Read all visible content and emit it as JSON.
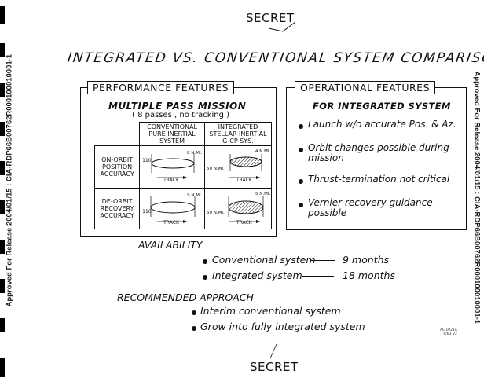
{
  "header": {
    "classification": "SECRET"
  },
  "footer": {
    "classification": "SECRET"
  },
  "margin": {
    "left": "Approved For Release 2004/01/15 : CIA-RDP66B00762R000100010001-1",
    "right": "Approved For Release 2004/01/15 : CIA-RDP66B00762R000100010001-1"
  },
  "title": "INTEGRATED VS. CONVENTIONAL SYSTEM COMPARISON",
  "performance": {
    "heading": "PERFORMANCE FEATURES",
    "subheading": "MULTIPLE PASS MISSION",
    "note": "( 8 passes , no tracking )",
    "col_conventional": "CONVENTIONAL PURE INERTIAL SYSTEM",
    "col_integrated": "INTEGRATED STELLAR INERTIAL G-CP SYS.",
    "rows": [
      {
        "label": "ON-ORBIT POSITION ACCURACY",
        "conv_value": "110",
        "conv_dist": "8 N.MI.",
        "conv_track": "TRACK",
        "int_value": "50 N.MI.",
        "int_dist": "4 N.MI.",
        "int_track": "TRACK"
      },
      {
        "label": "DE-ORBIT RECOVERY ACCURACY",
        "conv_value": "110",
        "conv_dist": "9 N.MI.",
        "conv_track": "TRACK",
        "int_value": "50 N.MI.",
        "int_dist": "5 N.MI.",
        "int_track": "TRACK"
      }
    ]
  },
  "operational": {
    "heading": "OPERATIONAL FEATURES",
    "subheading": "FOR INTEGRATED SYSTEM",
    "items": [
      "Launch w/o accurate Pos. & Az.",
      "Orbit changes possible during mission",
      "Thrust-termination not critical",
      "Vernier recovery guidance possible"
    ]
  },
  "availability": {
    "label": "AVAILABILITY",
    "items": [
      {
        "system": "Conventional system",
        "time": "9 months"
      },
      {
        "system": "Integrated system",
        "time": "18 months"
      }
    ]
  },
  "recommended": {
    "label": "RECOMMENDED APPROACH",
    "items": [
      "Interim conventional system",
      "Grow into fully integrated system"
    ]
  },
  "stamp": {
    "line1": "AE 1021A",
    "line2": "6/63 V2"
  }
}
